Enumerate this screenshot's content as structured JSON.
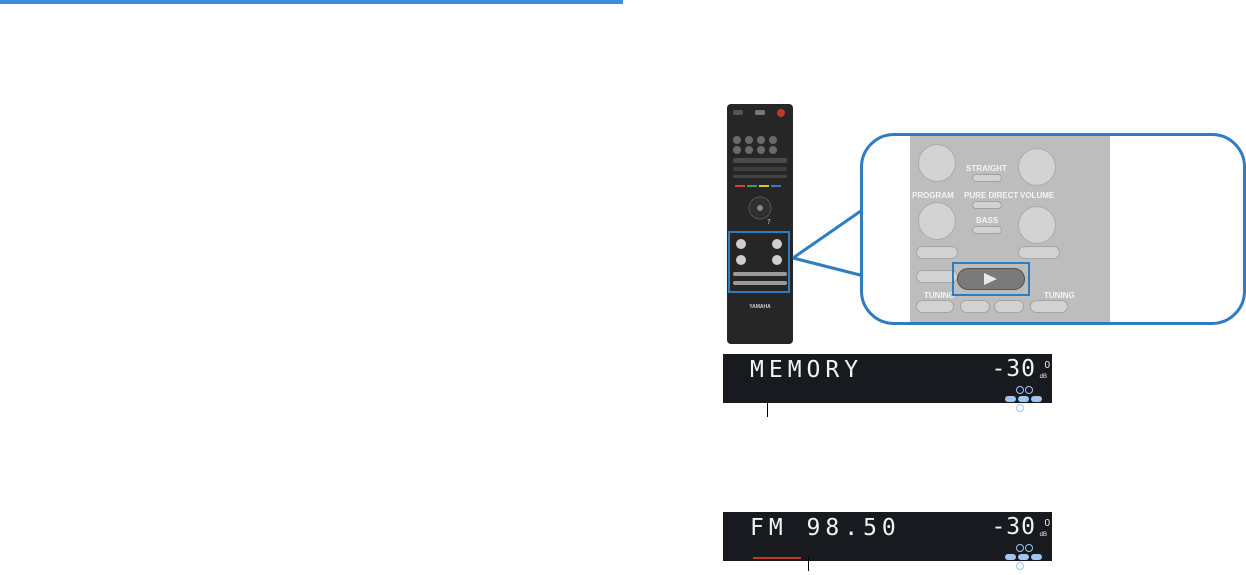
{
  "colors": {
    "accent": "#2e7cc2",
    "top_rule": "#3b8de0",
    "display_bg": "#181a20",
    "indicator": "#9ec6f0"
  },
  "remote": {
    "brand": "YAMAHA",
    "zoom": {
      "labels": {
        "program": "PROGRAM",
        "volume": "VOLUME",
        "sound_mode": "STRAIGHT",
        "pure_direct": "PURE DIRECT",
        "bass": "BASS",
        "tuning_left": "TUNING",
        "tuning_right": "TUNING"
      },
      "icons": [
        "program-up-icon",
        "program-down-icon",
        "volume-plus-icon",
        "volume-minus-icon",
        "mute-icon",
        "skip-back-icon",
        "play-icon",
        "rewind-icon",
        "stop-icon",
        "pause-icon",
        "fast-forward-icon"
      ]
    }
  },
  "displays": [
    {
      "main_text": "MEMORY",
      "volume": "-30",
      "volume_decimal": "0",
      "unit": "dB"
    },
    {
      "main_text": "FM 98.50",
      "volume": "-30",
      "volume_decimal": "0",
      "unit": "dB"
    }
  ]
}
